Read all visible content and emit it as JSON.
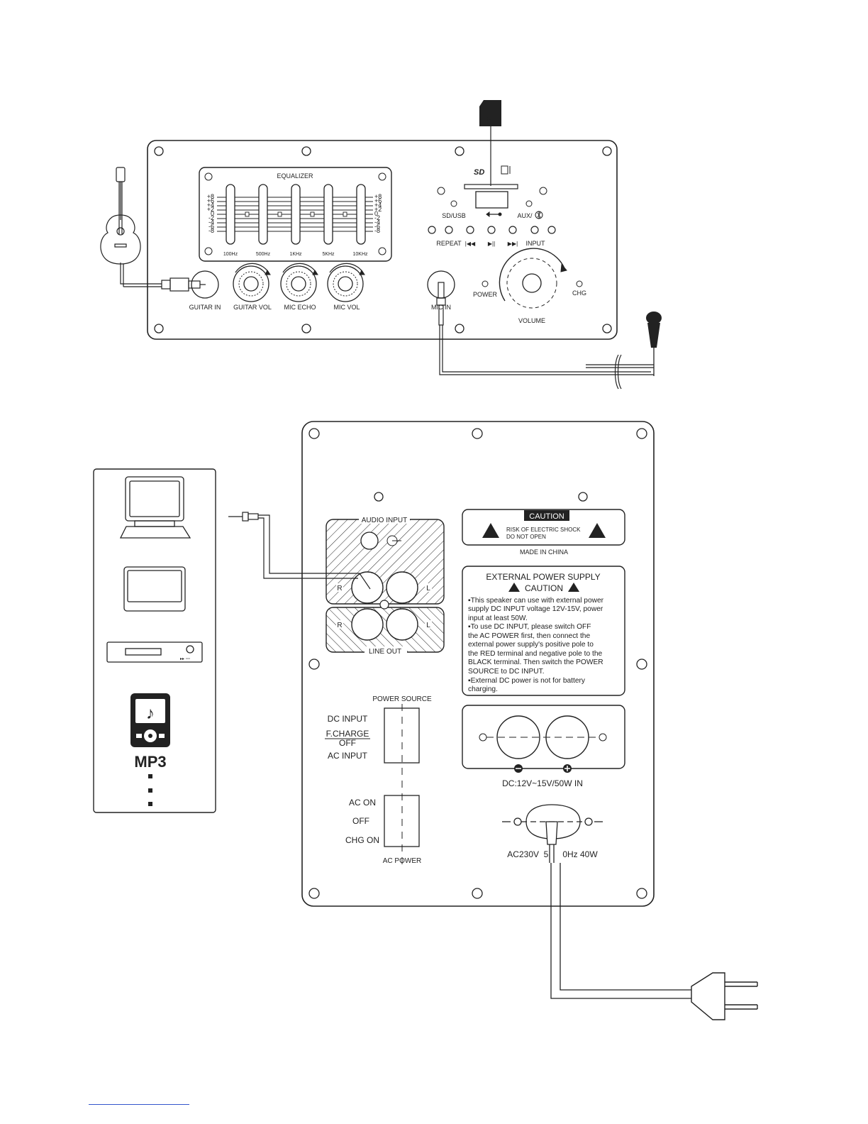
{
  "top_panel": {
    "equalizer": {
      "title": "EQUALIZER",
      "scale": [
        "+8",
        "+6",
        "+4",
        "+2",
        "0",
        "-2",
        "-4",
        "-6",
        "-8"
      ],
      "band_labels": [
        "100Hz",
        "500Hz",
        "1KHz",
        "5KHz",
        "10KHz"
      ]
    },
    "controls": {
      "guitar_in": "GUITAR IN",
      "guitar_vol": "GUITAR VOL",
      "mic_echo": "MIC ECHO",
      "mic_vol": "MIC VOL",
      "mic_in": "MIC IN"
    },
    "player": {
      "sd_usb": "SD/USB",
      "aux": "AUX/",
      "repeat": "REPEAT",
      "input": "INPUT",
      "power": "POWER",
      "chg": "CHG",
      "volume": "VOLUME"
    }
  },
  "rear_panel": {
    "audio_input": "AUDIO INPUT",
    "line_out": "LINE  OUT",
    "channel_r": "R",
    "channel_l": "L",
    "caution_box": {
      "header": "CAUTION",
      "line1": "RISK OF ELECTRIC SHOCK",
      "line2": "DO NOT OPEN",
      "made_in": "MADE  IN  CHINA"
    },
    "ext_power_box": {
      "title": "EXTERNAL  POWER  SUPPLY",
      "caution": "CAUTION",
      "lines": [
        "▪This speaker can use with external power",
        "  supply DC INPUT voltage 12V-15V, power",
        "  input at least 50W.",
        "▪To use DC INPUT, please switch OFF",
        "  the AC POWER first, then connect the",
        "  external power supply's positive pole to",
        "  the RED terminal and negative pole to the",
        "  BLACK terminal. Then switch the POWER",
        "  SOURCE to DC INPUT.",
        "  ▪External DC power is not for battery",
        "    charging."
      ]
    },
    "power_source": {
      "title": "POWER SOURCE",
      "dc_input": "DC INPUT",
      "f_charge": "F.CHARGE",
      "off": "OFF",
      "ac_input": "AC INPUT"
    },
    "ac_power": {
      "title": "AC POWER",
      "ac_on": "AC ON",
      "off": "OFF",
      "chg_on": "CHG ON"
    },
    "dc_label": "DC:12V~15V/50W IN",
    "ac_label": "AC230V  5      0Hz 40W"
  },
  "devices": {
    "mp3_label": "MP3"
  }
}
